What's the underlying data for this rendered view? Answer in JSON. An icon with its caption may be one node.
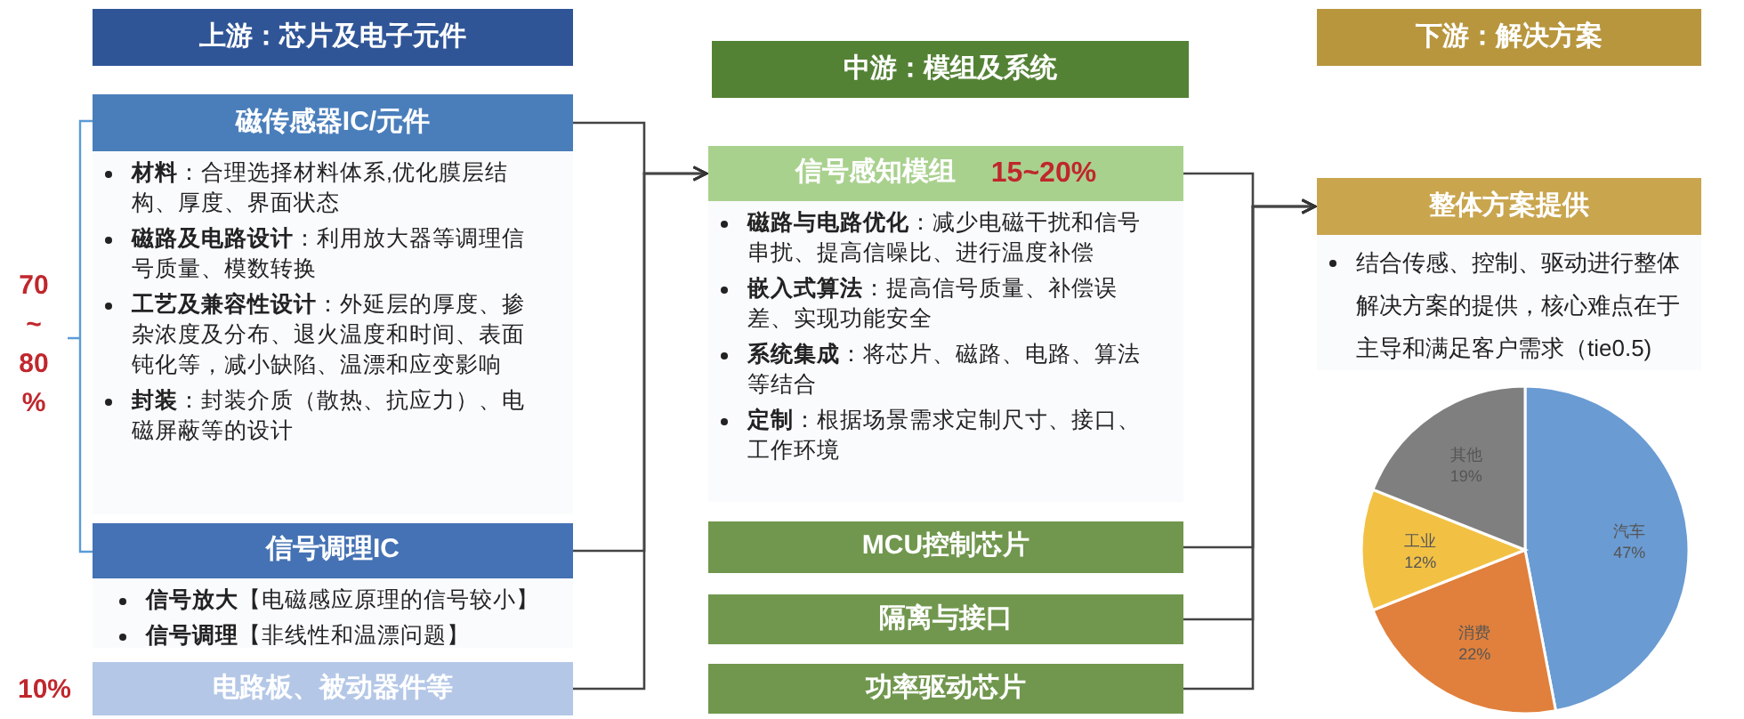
{
  "diagram": {
    "nodes": [
      {
        "text": [
          "上游：芯片及电子元件"
        ]
      },
      {
        "text": [
          "磁传感器IC/元件",
          "**材料**：合理选择材料体系,优化膜层结构、厚度、界面状态",
          "**磁路及电路设计**：利用放大器等调理信号质量、模数转换",
          "**工艺及兼容性设计**：外延层的厚度、掺杂浓度及分布、退火温度和时间、表面钝化等，减小缺陷、温漂和应变影响",
          "**封装**：封装介质（散热、抗应力）、电磁屏蔽等的设计"
        ]
      },
      {
        "text": [
          "信号调理IC",
          "**信号放大**【电磁感应原理的信号较小】",
          "**信号调理**【非线性和温漂问题】"
        ]
      },
      {
        "text": [
          "电路板、被动器件等"
        ],
        "beside": [
          "10%"
        ]
      },
      {
        "text": [
          "中游：模组及系统"
        ]
      },
      {
        "text": [
          "信号感知模组",
          "15~20%",
          "**磁路与电路优化**：减少电磁干扰和信号串扰、提高信噪比、进行温度补偿",
          "**嵌入式算法**：提高信号质量、补偿误差、实现功能安全",
          "**系统集成**：将芯片、磁路、电路、算法等结合",
          "**定制**：根据场景需求定制尺寸、接口、工作环境"
        ]
      },
      {
        "text": [
          "MCU控制芯片"
        ]
      },
      {
        "text": [
          "隔离与接口"
        ]
      },
      {
        "text": [
          "功率驱动芯片"
        ]
      },
      {
        "text": [
          "下游：解决方案"
        ]
      },
      {
        "text": [
          "整体方案提供",
          "结合传感、控制、驱动进行整体解决方案的提供，核心难点在于主导和满足客户需求（tie0.5)"
        ]
      }
    ],
    "edges": [
      {
        "from": 1,
        "to": 5,
        "arrow": "to"
      },
      {
        "from": 2,
        "to": 5,
        "arrow": "to"
      },
      {
        "from": 3,
        "to": 5,
        "arrow": "to"
      },
      {
        "from": 5,
        "to": 10,
        "arrow": "to"
      },
      {
        "from": 6,
        "to": 10,
        "arrow": "to"
      },
      {
        "from": 7,
        "to": 10,
        "arrow": "to"
      },
      {
        "from": 8,
        "to": 10,
        "arrow": "to"
      }
    ],
    "labels": [
      "70 ~ 80 %"
    ],
    "chart_data": {
      "type": "pie",
      "categories": [
        "汽车",
        "消费",
        "工业",
        "其他"
      ],
      "series": [
        {
          "values": [
            47,
            22,
            12,
            19
          ]
        }
      ],
      "value_labels": [
        "47%",
        "22%",
        "12%",
        "19%"
      ]
    }
  }
}
